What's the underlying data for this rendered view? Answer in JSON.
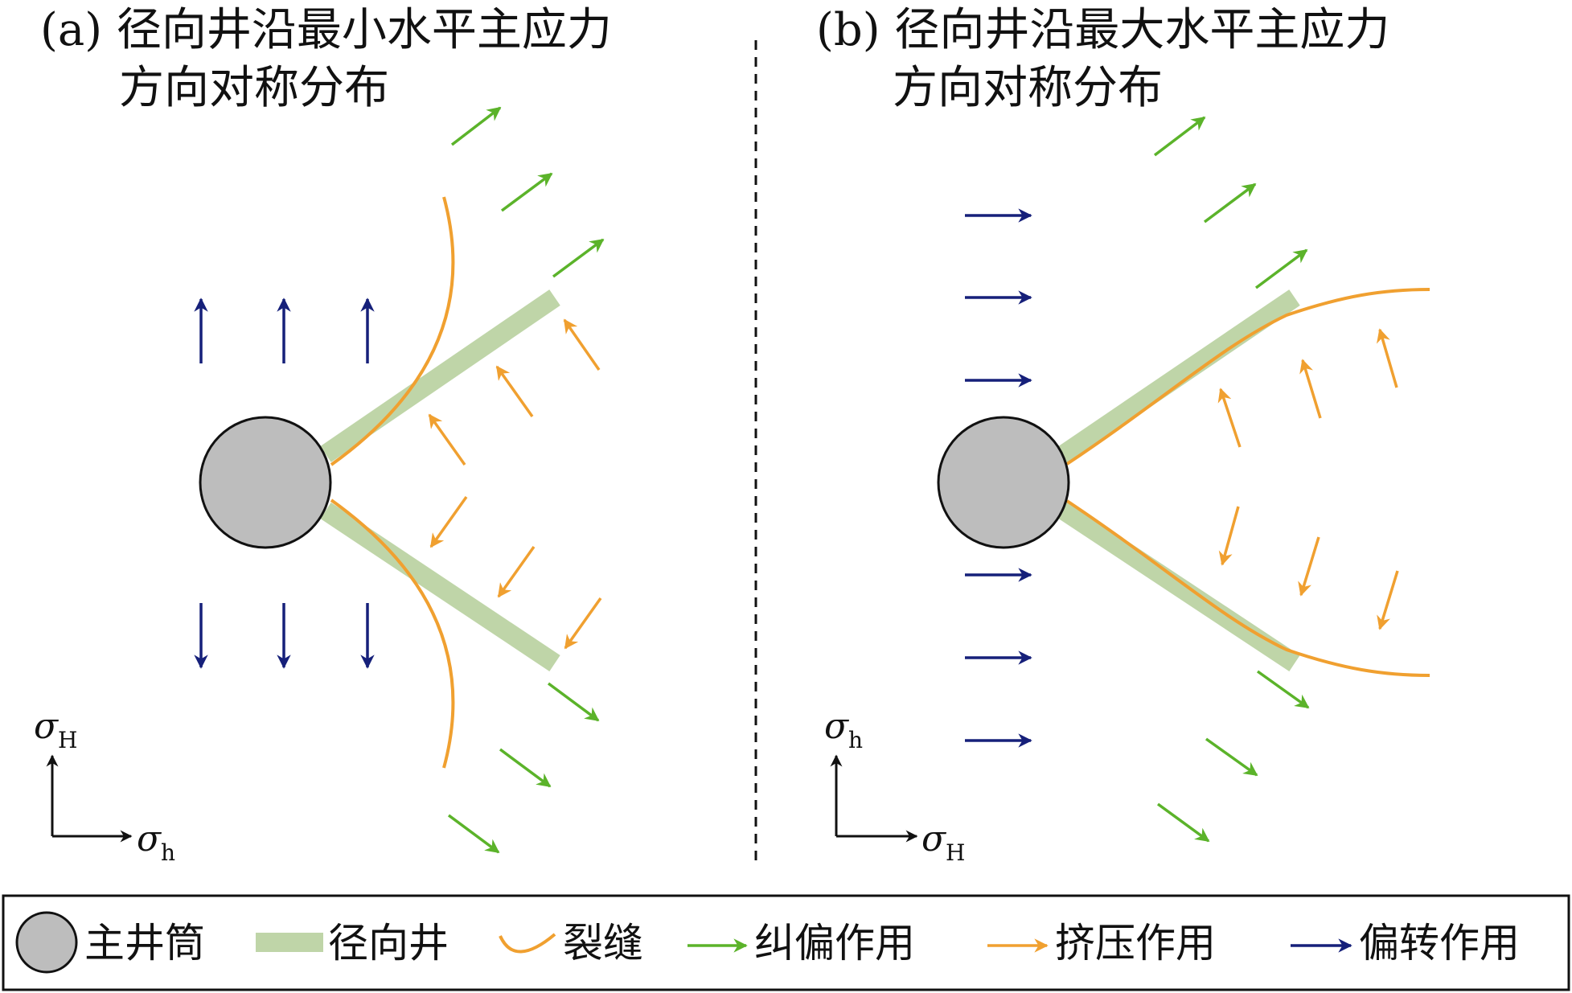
{
  "panels": {
    "a": {
      "title_line1": "(a) 径向井沿最小水平主应力",
      "title_line2": "方向对称分布",
      "axis_vertical": "σ",
      "axis_vertical_sub": "H",
      "axis_horizontal": "σ",
      "axis_horizontal_sub": "h"
    },
    "b": {
      "title_line1": "(b) 径向井沿最大水平主应力",
      "title_line2": "方向对称分布",
      "axis_vertical": "σ",
      "axis_vertical_sub": "h",
      "axis_horizontal": "σ",
      "axis_horizontal_sub": "H"
    }
  },
  "legend": {
    "main_wellbore": "主井筒",
    "radial_well": "径向井",
    "fracture": "裂缝",
    "correction": "纠偏作用",
    "squeeze": "挤压作用",
    "deflection": "偏转作用"
  },
  "colors": {
    "wellbore_fill": "#bdbdbd",
    "radial_well": "#bfd5a8",
    "fracture": "#f0a030",
    "correction_arrow": "#5bb32a",
    "squeeze_arrow": "#f0a030",
    "deflection_arrow": "#16207a"
  }
}
